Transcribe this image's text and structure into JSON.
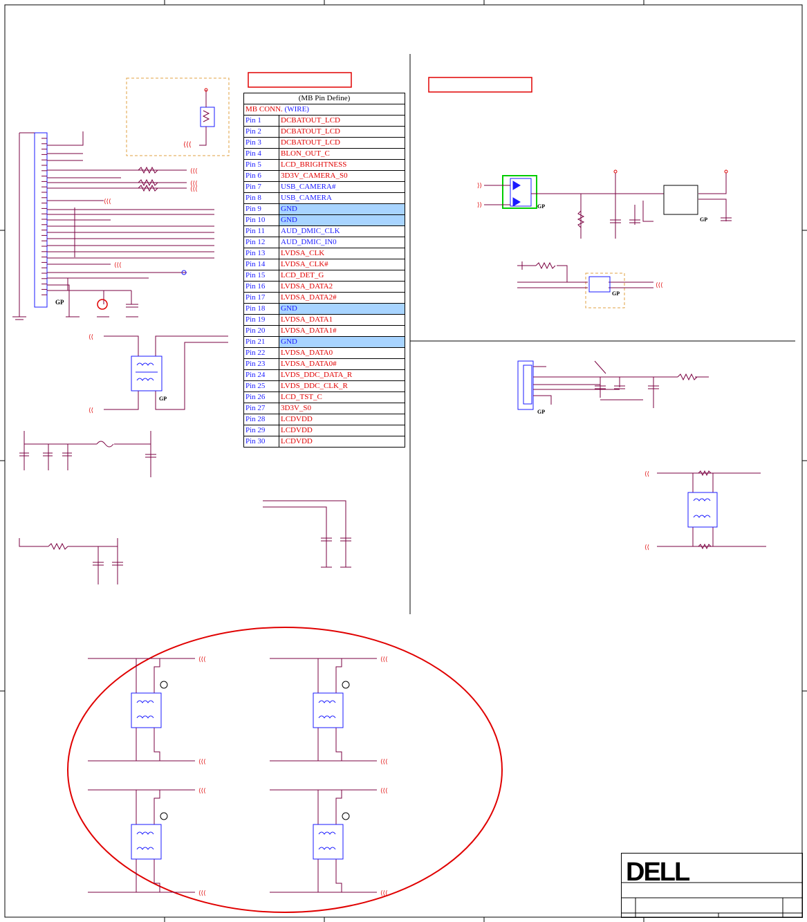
{
  "table": {
    "title": "(MB Pin Define)",
    "conn_label_red": "MB CONN.",
    "conn_label_blue": "(WIRE)",
    "rows": [
      {
        "pin": "Pin 1",
        "signal": "DCBATOUT_LCD",
        "color": "red"
      },
      {
        "pin": "Pin 2",
        "signal": "DCBATOUT_LCD",
        "color": "red"
      },
      {
        "pin": "Pin 3",
        "signal": "DCBATOUT_LCD",
        "color": "red"
      },
      {
        "pin": "Pin 4",
        "signal": "BLON_OUT_C",
        "color": "red"
      },
      {
        "pin": "Pin 5",
        "signal": "LCD_BRIGHTNESS",
        "color": "red"
      },
      {
        "pin": "Pin 6",
        "signal": "3D3V_CAMERA_S0",
        "color": "red"
      },
      {
        "pin": "Pin 7",
        "signal": "USB_CAMERA#",
        "color": "blue"
      },
      {
        "pin": "Pin 8",
        "signal": "USB_CAMERA",
        "color": "blue"
      },
      {
        "pin": "Pin 9",
        "signal": "GND",
        "color": "gnd"
      },
      {
        "pin": "Pin 10",
        "signal": "GND",
        "color": "gnd"
      },
      {
        "pin": "Pin 11",
        "signal": "AUD_DMIC_CLK",
        "color": "blue"
      },
      {
        "pin": "Pin 12",
        "signal": "AUD_DMIC_IN0",
        "color": "blue"
      },
      {
        "pin": "Pin 13",
        "signal": "LVDSA_CLK",
        "color": "red"
      },
      {
        "pin": "Pin 14",
        "signal": "LVDSA_CLK#",
        "color": "red"
      },
      {
        "pin": "Pin 15",
        "signal": "LCD_DET_G",
        "color": "red"
      },
      {
        "pin": "Pin 16",
        "signal": "LVDSA_DATA2",
        "color": "red"
      },
      {
        "pin": "Pin 17",
        "signal": "LVDSA_DATA2#",
        "color": "red"
      },
      {
        "pin": "Pin 18",
        "signal": "GND",
        "color": "gnd"
      },
      {
        "pin": "Pin 19",
        "signal": "LVDSA_DATA1",
        "color": "red"
      },
      {
        "pin": "Pin 20",
        "signal": "LVDSA_DATA1#",
        "color": "red"
      },
      {
        "pin": "Pin 21",
        "signal": "GND",
        "color": "gnd"
      },
      {
        "pin": "Pin 22",
        "signal": "LVDSA_DATA0",
        "color": "red"
      },
      {
        "pin": "Pin 23",
        "signal": "LVDSA_DATA0#",
        "color": "red"
      },
      {
        "pin": "Pin 24",
        "signal": "LVDS_DDC_DATA_R",
        "color": "red"
      },
      {
        "pin": "Pin 25",
        "signal": "LVDS_DDC_CLK_R",
        "color": "red"
      },
      {
        "pin": "Pin 26",
        "signal": "LCD_TST_C",
        "color": "red"
      },
      {
        "pin": "Pin 27",
        "signal": "3D3V_S0",
        "color": "red"
      },
      {
        "pin": "Pin 28",
        "signal": "LCDVDD",
        "color": "red"
      },
      {
        "pin": "Pin 29",
        "signal": "LCDVDD",
        "color": "red"
      },
      {
        "pin": "Pin 30",
        "signal": "LCDVDD",
        "color": "red"
      }
    ]
  },
  "labels": {
    "gp": "GP",
    "dell_logo": "DELL"
  },
  "colors": {
    "wire": "#7a0040",
    "net_red": "#e00000",
    "component_blue": "#1a1aff",
    "gnd_fill": "#a8d4ff",
    "dashed_box": "#e0a040",
    "highlight_green": "#00cc00"
  }
}
